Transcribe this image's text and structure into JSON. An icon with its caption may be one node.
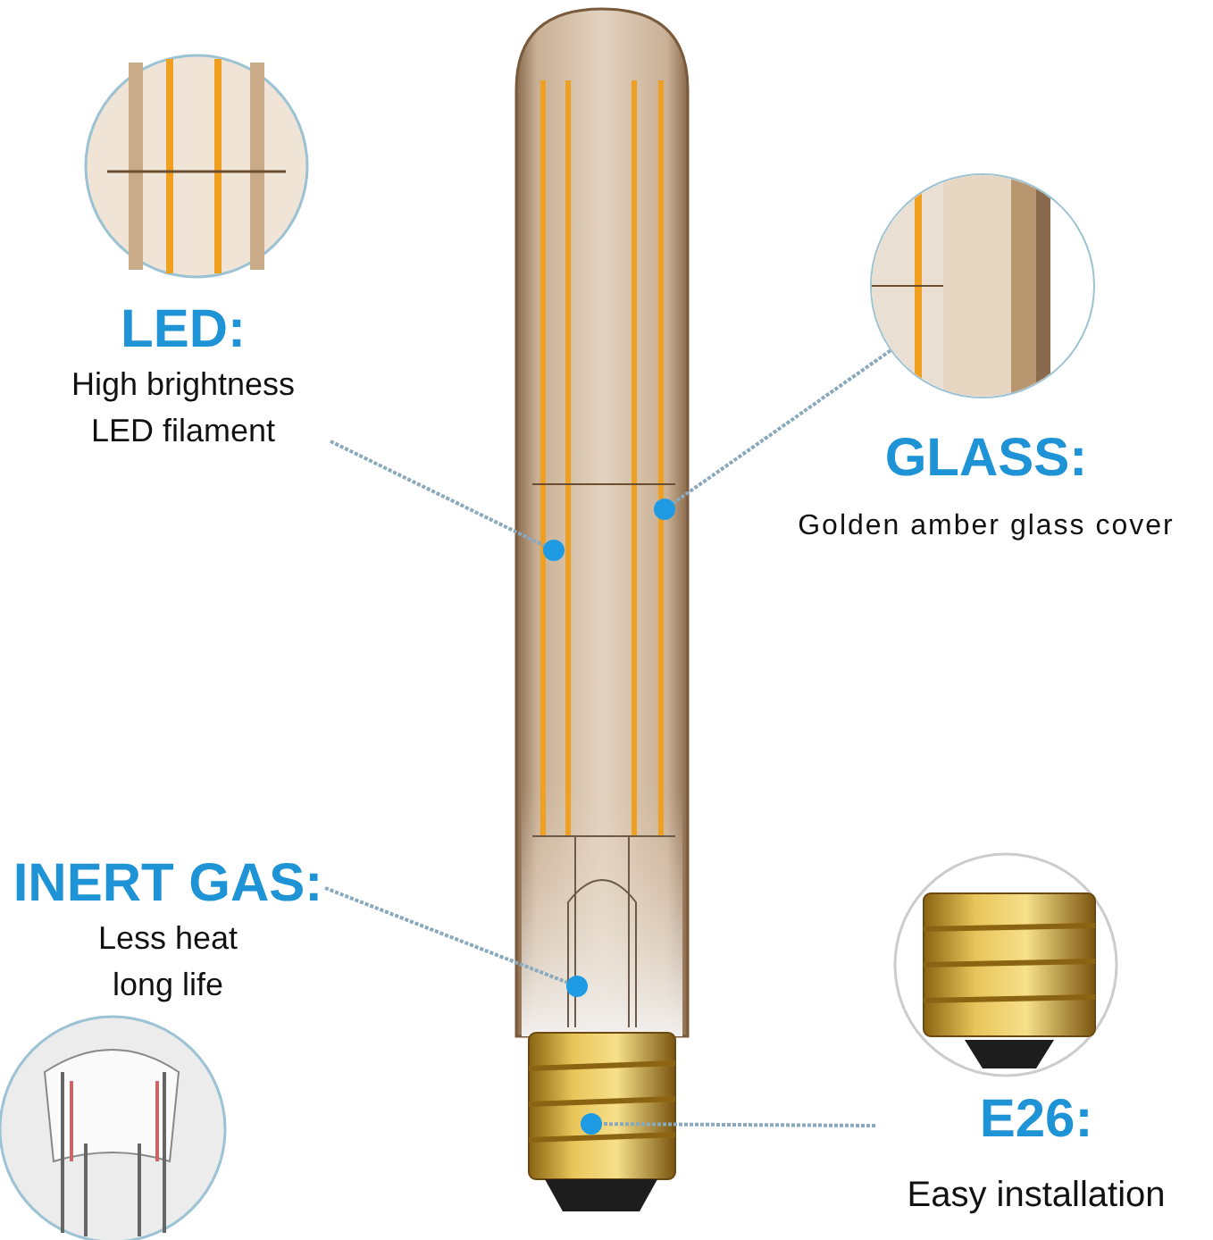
{
  "diagram": {
    "nodes": [
      {
        "text": [
          "LED:",
          "High brightness LED filament"
        ]
      },
      {
        "text": [],
        "shape": "circle"
      },
      {
        "text": [],
        "shape": "picture"
      },
      {
        "text": [
          "GLASS:",
          "Golden amber glass cover"
        ]
      },
      {
        "text": [],
        "shape": "circle"
      },
      {
        "text": [
          "INERT GAS:",
          "Less heat long life"
        ]
      },
      {
        "text": [],
        "shape": "circle"
      },
      {
        "text": [
          "E26:",
          "Easy installation"
        ]
      },
      {
        "text": [],
        "shape": "circle"
      }
    ],
    "edges": [
      {
        "from": 0,
        "to": 1,
        "arrow": "none",
        "style": "dashed"
      },
      {
        "from": 2,
        "to": 4,
        "arrow": "none",
        "style": "dashed"
      },
      {
        "from": 5,
        "to": 6,
        "arrow": "none",
        "style": "dashed"
      },
      {
        "from": 7,
        "to": 8,
        "arrow": "none",
        "style": "dashed"
      }
    ]
  }
}
